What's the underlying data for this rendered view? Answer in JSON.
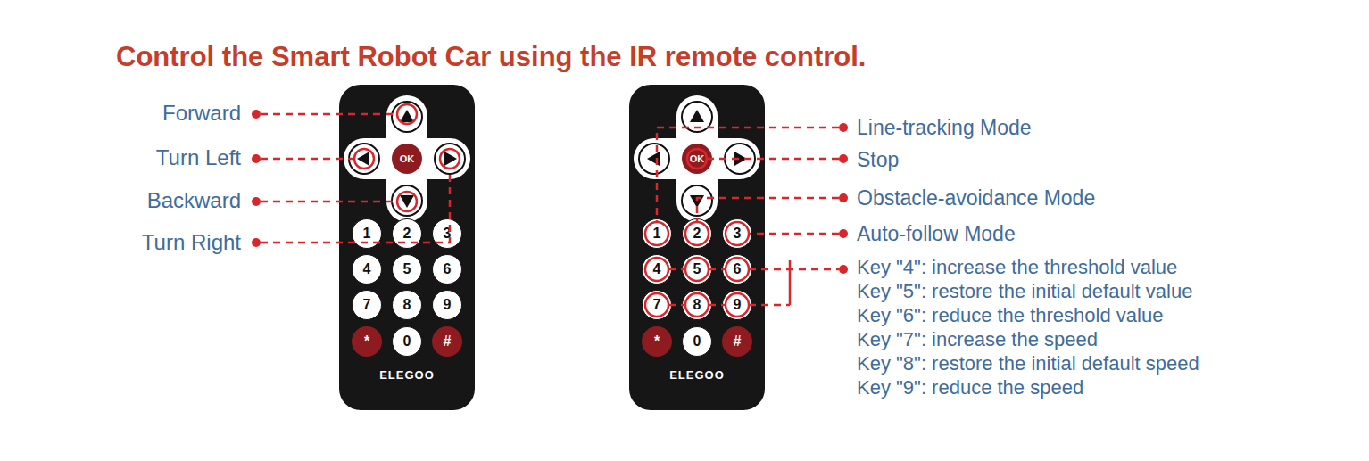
{
  "diagram": {
    "title": "Control the Smart Robot Car using the IR remote control.",
    "nodes": [
      {
        "text": [
          "ELEGOO"
        ]
      },
      {
        "text": [
          "OK"
        ],
        "in": 0
      },
      {
        "text": [
          "1"
        ],
        "in": 0
      },
      {
        "text": [
          "2"
        ],
        "in": 0
      },
      {
        "text": [
          "3"
        ],
        "in": 0
      },
      {
        "text": [
          "4"
        ],
        "in": 0
      },
      {
        "text": [
          "5"
        ],
        "in": 0
      },
      {
        "text": [
          "6"
        ],
        "in": 0
      },
      {
        "text": [
          "7"
        ],
        "in": 0
      },
      {
        "text": [
          "8"
        ],
        "in": 0
      },
      {
        "text": [
          "9"
        ],
        "in": 0
      },
      {
        "text": [
          "*"
        ],
        "in": 0
      },
      {
        "text": [
          "0"
        ],
        "in": 0
      },
      {
        "text": [
          "#"
        ],
        "in": 0
      },
      {
        "text": [
          "ELEGOO"
        ]
      },
      {
        "text": [
          "OK"
        ],
        "in": 14
      },
      {
        "text": [
          "1"
        ],
        "in": 14
      },
      {
        "text": [
          "2"
        ],
        "in": 14
      },
      {
        "text": [
          "3"
        ],
        "in": 14
      },
      {
        "text": [
          "4"
        ],
        "in": 14
      },
      {
        "text": [
          "5"
        ],
        "in": 14
      },
      {
        "text": [
          "6"
        ],
        "in": 14
      },
      {
        "text": [
          "7"
        ],
        "in": 14
      },
      {
        "text": [
          "8"
        ],
        "in": 14
      },
      {
        "text": [
          "9"
        ],
        "in": 14
      },
      {
        "text": [
          "*"
        ],
        "in": 14
      },
      {
        "text": [
          "0"
        ],
        "in": 14
      },
      {
        "text": [
          "#"
        ],
        "in": 14
      }
    ],
    "labels": [
      "Forward",
      "Turn Left",
      "Backward",
      "Turn Right",
      "Line-tracking Mode",
      "Stop",
      "Obstacle-avoidance Mode",
      "Auto-follow Mode",
      "Key \"4\": increase the threshold value",
      "Key \"5\": restore the initial default value",
      "Key \"6\": reduce the threshold value",
      "Key \"7\": increase the speed",
      "Key \"8\": restore the initial default speed",
      "Key \"9\": reduce the speed"
    ]
  }
}
